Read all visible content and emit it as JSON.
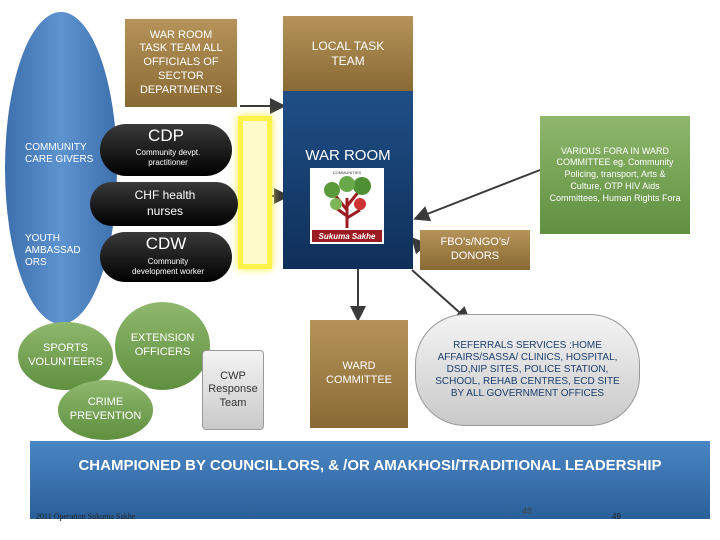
{
  "war_room_task_team": "WAR ROOM TASK TEAM ALL OFFICIALS OF SECTOR DEPARTMENTS",
  "local_task_team": "LOCAL TASK TEAM",
  "war_room": "WAR ROOM",
  "logo": {
    "caption": "Sukuma Sakhe",
    "top_text": "COMMUNITIES"
  },
  "left_oval": {
    "community_care": "COMMUNITY CARE GIVERS",
    "youth": "YOUTH AMBASSAD ORS"
  },
  "pills": {
    "cdp_title": "CDP",
    "cdp_sub": "Community devpt. practitioner",
    "chf": "CHF health nurses",
    "cdw_title": "CDW",
    "cdw_sub": "Community development worker"
  },
  "various_fora": "VARIOUS FORA IN WARD COMMITTEE eg. Community Policing, transport, Arts & Culture, OTP HIV Aids Committees, Human Rights Fora",
  "fbo": "FBO's/NGO's/ DONORS",
  "sports": "SPORTS VOLUNTEERS",
  "extension": "EXTENSION OFFICERS",
  "crime": "CRIME PREVENTION",
  "cwp": "CWP Response Team",
  "ward_committee": "WARD COMMITTEE",
  "referrals": "REFERRALS SERVICES :HOME AFFAIRS/SASSA/ CLINICS, HOSPITAL, DSD,NIP SITES, POLICE STATION, SCHOOL, REHAB CENTRES, ECD SITE BY ALL GOVERNMENT OFFICES",
  "banner": "CHAMPIONED BY COUNCILLORS, & /OR AMAKHOSI/TRADITIONAL LEADERSHIP",
  "footer_left": "2011 Operation Sukuma Sakhe",
  "footer_mid": "48",
  "footer_right": "49"
}
